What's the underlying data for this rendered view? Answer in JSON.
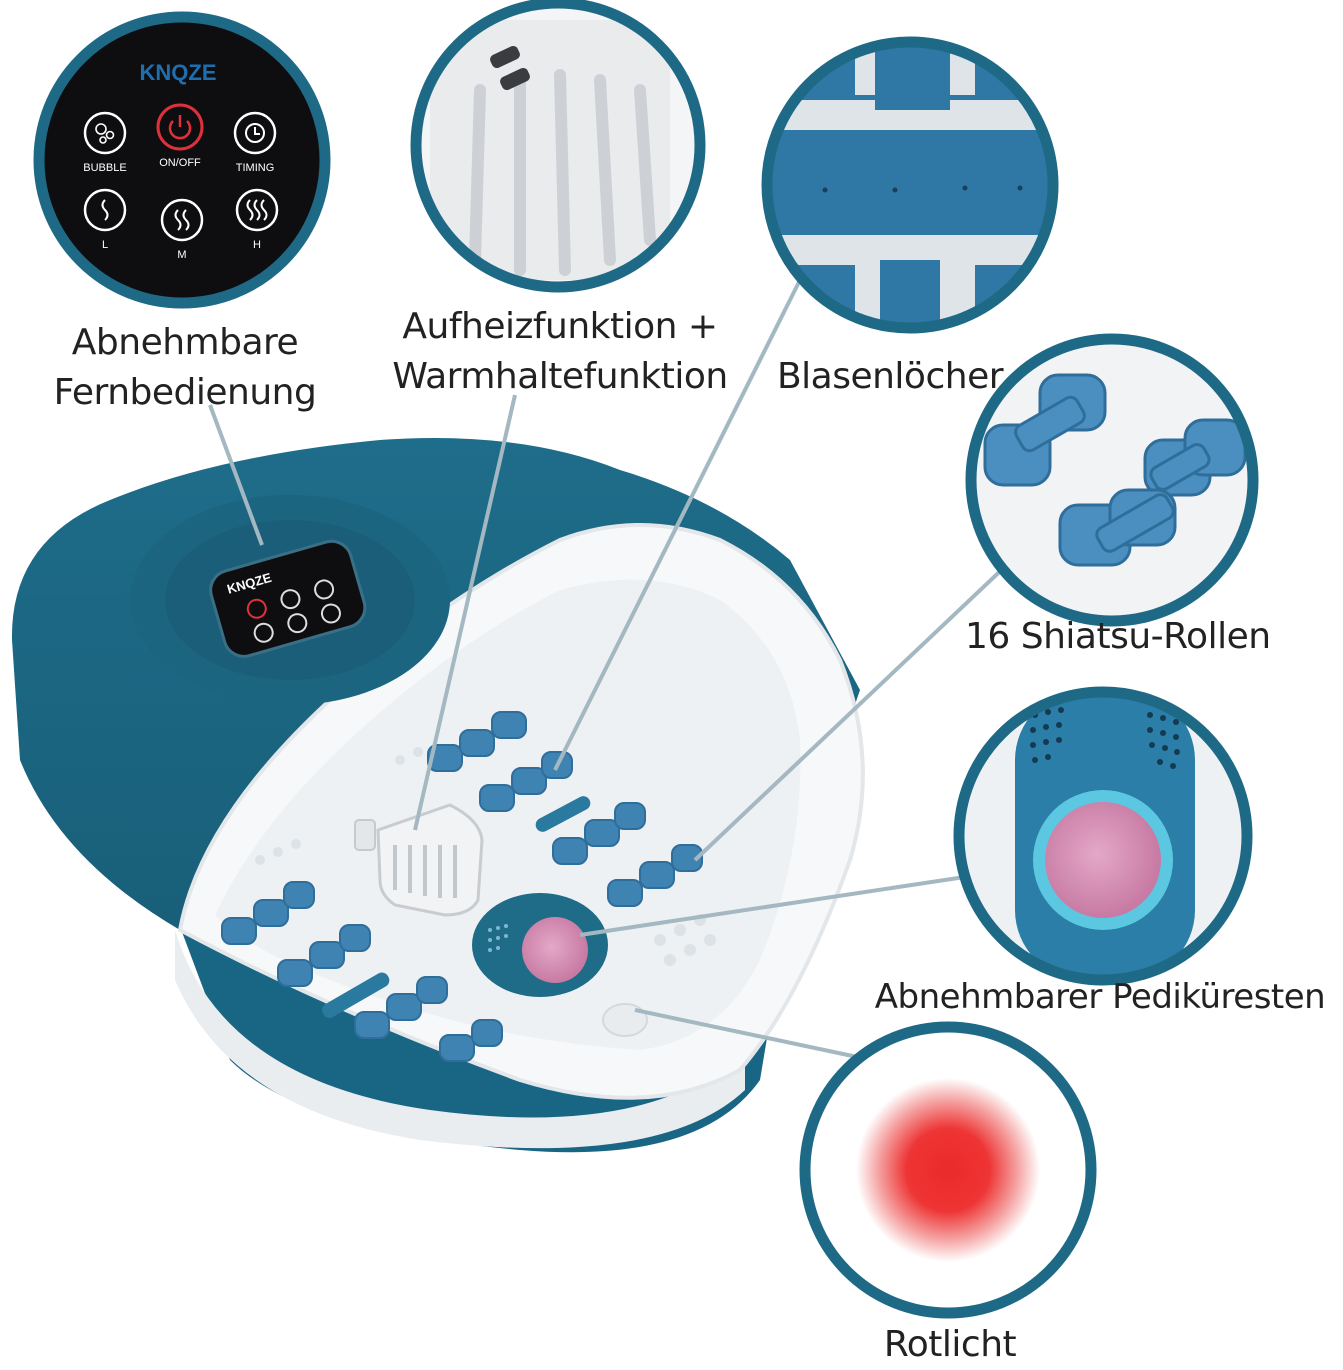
{
  "brand": "KNQZE",
  "remote_buttons": [
    "BUBBLE",
    "ON/OFF",
    "TIMING",
    "L",
    "M",
    "H"
  ],
  "labels": {
    "remote": [
      "Abnehmbare",
      "Fernbedienung"
    ],
    "heater": [
      "Aufheizfunktion +",
      "Warmhaltefunktion"
    ],
    "bubbles": "Blasenlöcher",
    "rollers": "16 Shiatsu-Rollen",
    "pumice": "Abnehmbarer Pediküresten",
    "redlight": "Rotlicht"
  },
  "colors": {
    "teal": "#1f6a86",
    "roller_blue": "#4a8fbf",
    "panel_black": "#0e0e10",
    "power_red": "#e0303c",
    "pumice_pink": "#d893b9",
    "redlight": "#ec2a2a",
    "line": "#9fb4bf"
  }
}
